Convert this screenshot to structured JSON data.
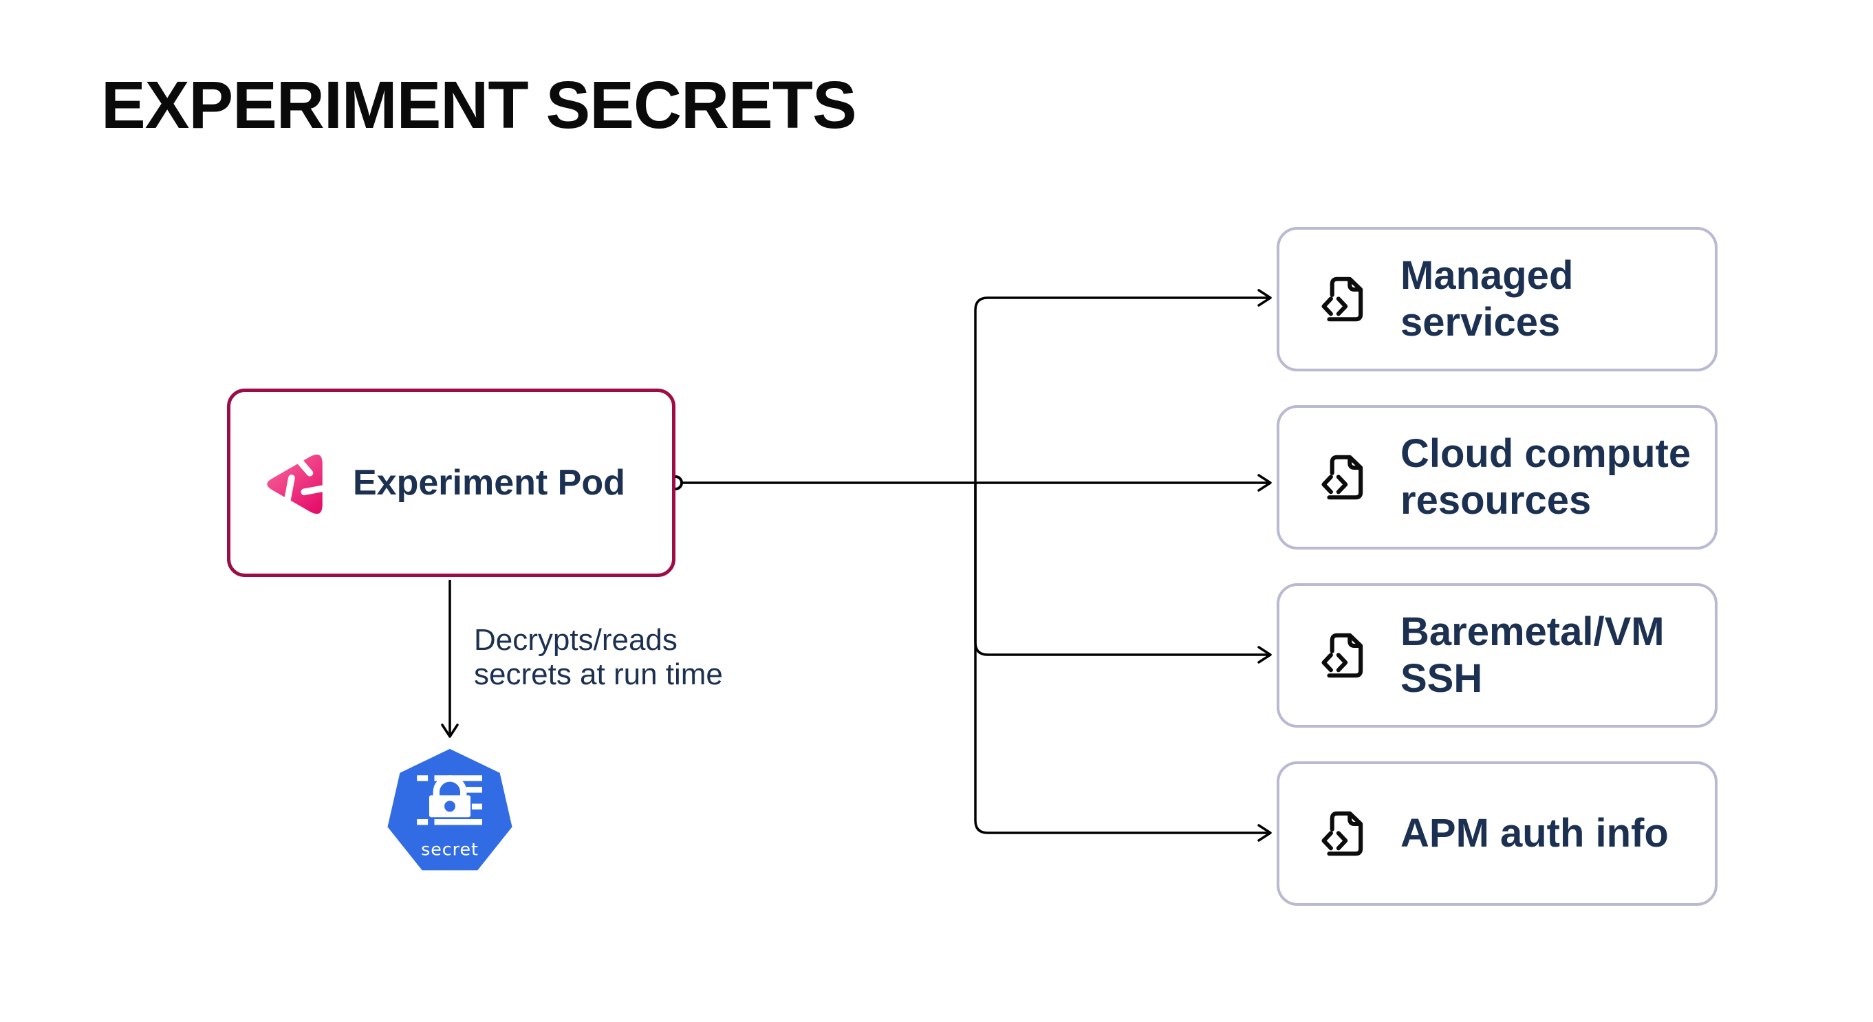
{
  "title": "EXPERIMENT SECRETS",
  "pod": {
    "label": "Experiment Pod",
    "icon": "litmuschaos-icon"
  },
  "edge_label": "Decrypts/reads\nsecrets at run time",
  "secret_node": {
    "label": "secret",
    "icon": "kubernetes-secret-icon"
  },
  "targets": [
    {
      "label": "Managed\nservices",
      "icon": "file-code-icon"
    },
    {
      "label": "Cloud compute\nresources",
      "icon": "file-code-icon"
    },
    {
      "label": "Baremetal/VM\nSSH",
      "icon": "file-code-icon"
    },
    {
      "label": "APM auth info",
      "icon": "file-code-icon"
    }
  ],
  "colors": {
    "pod_border": "#9C0D46",
    "target_border": "#B9BAD1",
    "text_navy": "#1C3151",
    "title_color": "#0A0A0A",
    "line_color": "#000000",
    "k8s_blue": "#326CE5",
    "litmus_pink_light": "#FA6C9F",
    "litmus_pink_dark": "#E5116C",
    "background": "#FFFFFF"
  }
}
